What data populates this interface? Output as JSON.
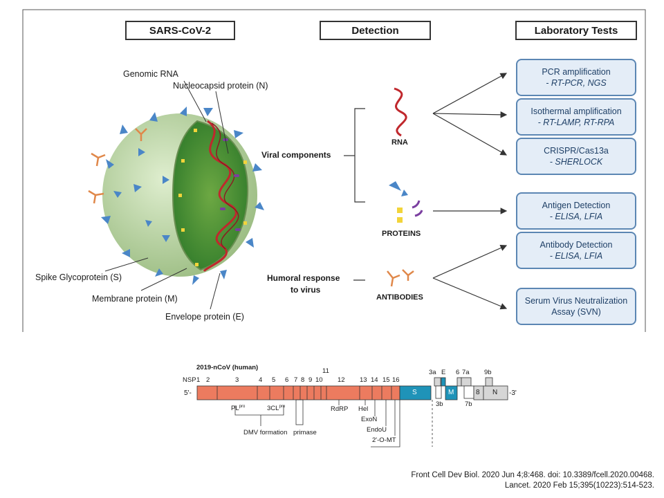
{
  "headers": {
    "virus": "SARS-CoV-2",
    "detection": "Detection",
    "lab_tests": "Laboratory Tests"
  },
  "virus_labels": {
    "genomic_rna": "Genomic RNA",
    "nucleocapsid": "Nucleocapsid protein (N)",
    "spike": "Spike Glycoprotein (S)",
    "membrane": "Membrane protein (M)",
    "envelope": "Envelope protein (E)"
  },
  "detection": {
    "viral_components": "Viral components",
    "humoral_line1": "Humoral response",
    "humoral_line2": "to virus",
    "rna": "RNA",
    "proteins": "PROTEINS",
    "antibodies": "ANTIBODIES"
  },
  "tests": [
    {
      "name": "PCR amplification",
      "method": "- RT-PCR, NGS"
    },
    {
      "name": "Isothermal amplification",
      "method": "- RT-LAMP, RT-RPA"
    },
    {
      "name": "CRISPR/Cas13a",
      "method": "- SHERLOCK"
    },
    {
      "name": "Antigen Detection",
      "method": "- ELISA, LFIA"
    },
    {
      "name": "Antibody Detection",
      "method": "- ELISA, LFIA"
    },
    {
      "name": "Serum Virus Neutralization",
      "method": "Assay (SVN)"
    }
  ],
  "genome": {
    "title": "2019-nCoV (human)",
    "nsp_label": "NSP",
    "five_prime": "5'-",
    "three_prime": "-3'",
    "nsp_numbers": [
      "1",
      "2",
      "3",
      "4",
      "5",
      "6",
      "7",
      "8",
      "9",
      "10",
      "11",
      "12",
      "13",
      "14",
      "15",
      "16"
    ],
    "orf_labels": [
      "3a",
      "E",
      "6",
      "7a",
      "9b",
      "3b",
      "7b"
    ],
    "s_label": "S",
    "m_label": "M",
    "n_label": "N",
    "eight_label": "8",
    "plpro": "PL",
    "clpro": "3CL",
    "pro_sup": "pro",
    "dmv": "DMV formation",
    "primase": "primase",
    "rdrp": "RdRP",
    "hel": "Hel",
    "exon": "ExoN",
    "endou": "EndoU",
    "omt": "2'-O-MT",
    "colors": {
      "orf1": "#ec7b5f",
      "structural": "#1f93b8",
      "accessory": "#d6d6d6"
    }
  },
  "citations": {
    "line1": "Front Cell Dev Biol. 2020 Jun 4;8:468.  doi: 10.3389/fcell.2020.00468.",
    "line2": "Lancet. 2020 Feb 15;395(10223):514-523."
  }
}
